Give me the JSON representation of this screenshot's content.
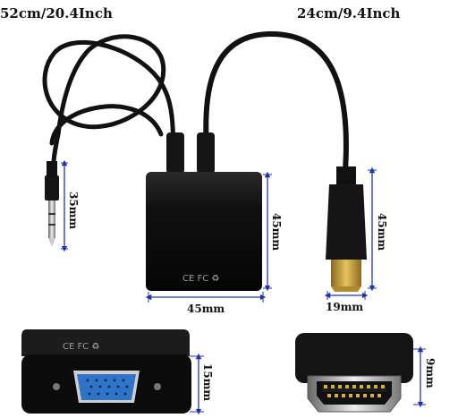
{
  "labels": {
    "audio_cable_length": "52cm/20.4Inch",
    "hdmi_cable_length": "24cm/9.4Inch",
    "jack_length": "35mm",
    "adapter_height": "45mm",
    "adapter_width": "45mm",
    "hdmi_height": "45mm",
    "hdmi_width": "19mm",
    "vga_depth": "15mm",
    "hdmi_depth": "9mm",
    "certification_logos": "CE FC ♻"
  },
  "colors": {
    "background": "#ffffff",
    "body": "#0d0d0d",
    "dimension_line": "#2233aa",
    "vga_port": "#2f74c9",
    "hdmi_pins": "#c9a23a"
  },
  "icons": [
    "audio-jack-icon",
    "vga-port-icon",
    "hdmi-plug-icon"
  ]
}
